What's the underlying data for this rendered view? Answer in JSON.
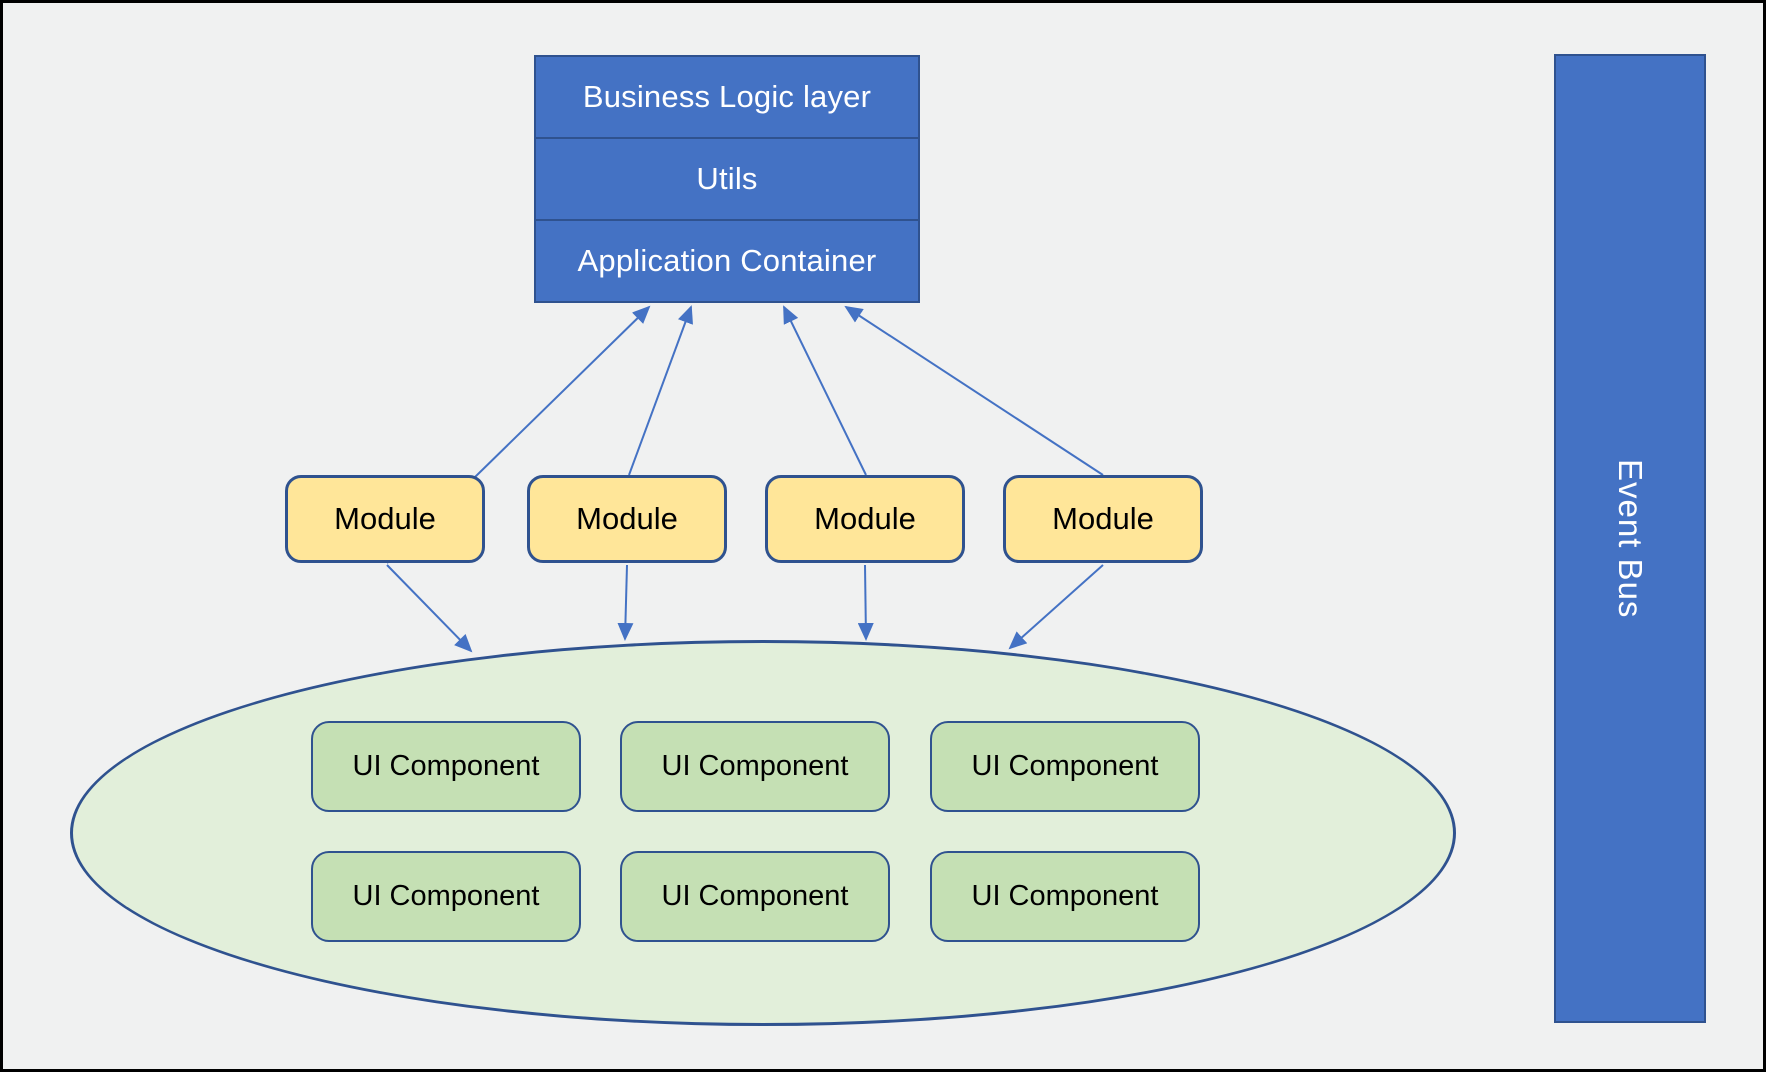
{
  "colors": {
    "bg": "#f0f1f1",
    "frame": "#000000",
    "blue-fill": "#4472c4",
    "dark-border": "#2f528f",
    "yellow-fill": "#ffe699",
    "ellipse-fill": "#e2efda",
    "green-fill": "#c5e0b4",
    "arrow": "#4472c4",
    "text-light": "#ffffff"
  },
  "stack": {
    "layers": [
      {
        "label": "Business Logic layer"
      },
      {
        "label": "Utils"
      },
      {
        "label": "Application Container"
      }
    ]
  },
  "modules": {
    "items": [
      {
        "label": "Module"
      },
      {
        "label": "Module"
      },
      {
        "label": "Module"
      },
      {
        "label": "Module"
      }
    ]
  },
  "ui_container": {
    "components": [
      {
        "label": "UI Component"
      },
      {
        "label": "UI Component"
      },
      {
        "label": "UI Component"
      },
      {
        "label": "UI Component"
      },
      {
        "label": "UI Component"
      },
      {
        "label": "UI Component"
      }
    ]
  },
  "event_bus": {
    "label": "Event Bus"
  }
}
